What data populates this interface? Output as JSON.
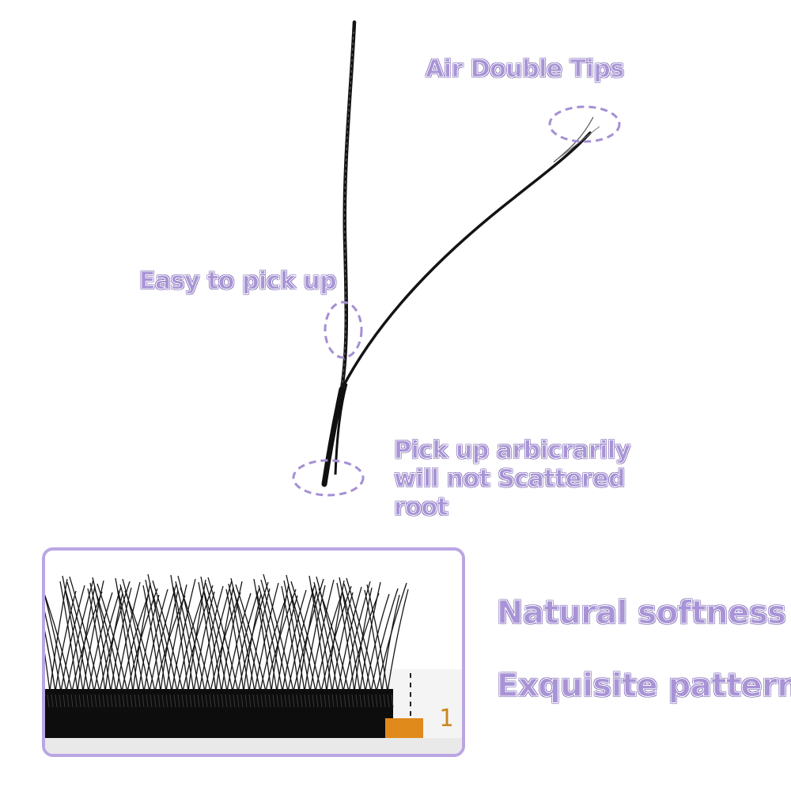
{
  "callouts": {
    "air_double_tips": "Air Double Tips",
    "easy_to_pick_up": "Easy to pick up",
    "pick_up_lines": [
      "Pick up arbicrarily",
      "will not Scattered",
      "root"
    ],
    "natural_softness": "Natural softness",
    "exquisite_pattern": "Exquisite pattern"
  },
  "lash_tray": {
    "tab_number": "1"
  },
  "colors": {
    "accent_purple": "#a893d6",
    "frame_purple": "#b9a6e3",
    "dash_purple": "#a58fd4",
    "lash_black": "#111111",
    "tab_orange": "#e08a1c"
  }
}
